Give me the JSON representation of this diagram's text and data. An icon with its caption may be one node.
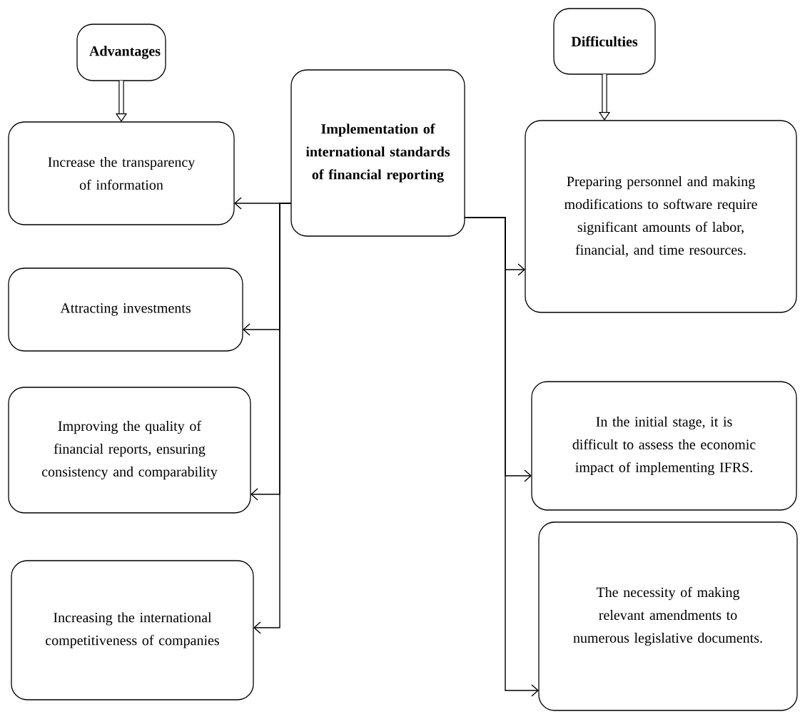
{
  "diagram": {
    "nodes": [
      {
        "text": [
          "Advantages"
        ]
      },
      {
        "text": [
          "Difficulties"
        ]
      },
      {
        "text": [
          "Implementation of international standards of financial reporting"
        ]
      },
      {
        "text": [
          "Increase the transparency of information"
        ]
      },
      {
        "text": [
          "Attracting investments"
        ]
      },
      {
        "text": [
          "Improving the quality of financial reports, ensuring consistency and comparability"
        ]
      },
      {
        "text": [
          "Increasing the international competitiveness of companies"
        ]
      },
      {
        "text": [
          "Preparing personnel and making modifications to software require significant amounts of labor, financial, and time resources."
        ]
      },
      {
        "text": [
          "In the initial stage, it is difficult to assess the economic impact of implementing IFRS."
        ]
      },
      {
        "text": [
          "The necessity of making relevant amendments to numerous legislative documents."
        ]
      }
    ],
    "edges": [
      {
        "from": 0,
        "to": 3,
        "arrow": "to",
        "style": "thick"
      },
      {
        "from": 1,
        "to": 7,
        "arrow": "to",
        "style": "thick"
      },
      {
        "from": 2,
        "to": 3,
        "arrow": "to"
      },
      {
        "from": 2,
        "to": 4,
        "arrow": "to"
      },
      {
        "from": 2,
        "to": 5,
        "arrow": "to"
      },
      {
        "from": 2,
        "to": 6,
        "arrow": "to"
      },
      {
        "from": 2,
        "to": 7,
        "arrow": "to"
      },
      {
        "from": 2,
        "to": 8,
        "arrow": "to"
      },
      {
        "from": 2,
        "to": 9,
        "arrow": "to"
      }
    ]
  }
}
